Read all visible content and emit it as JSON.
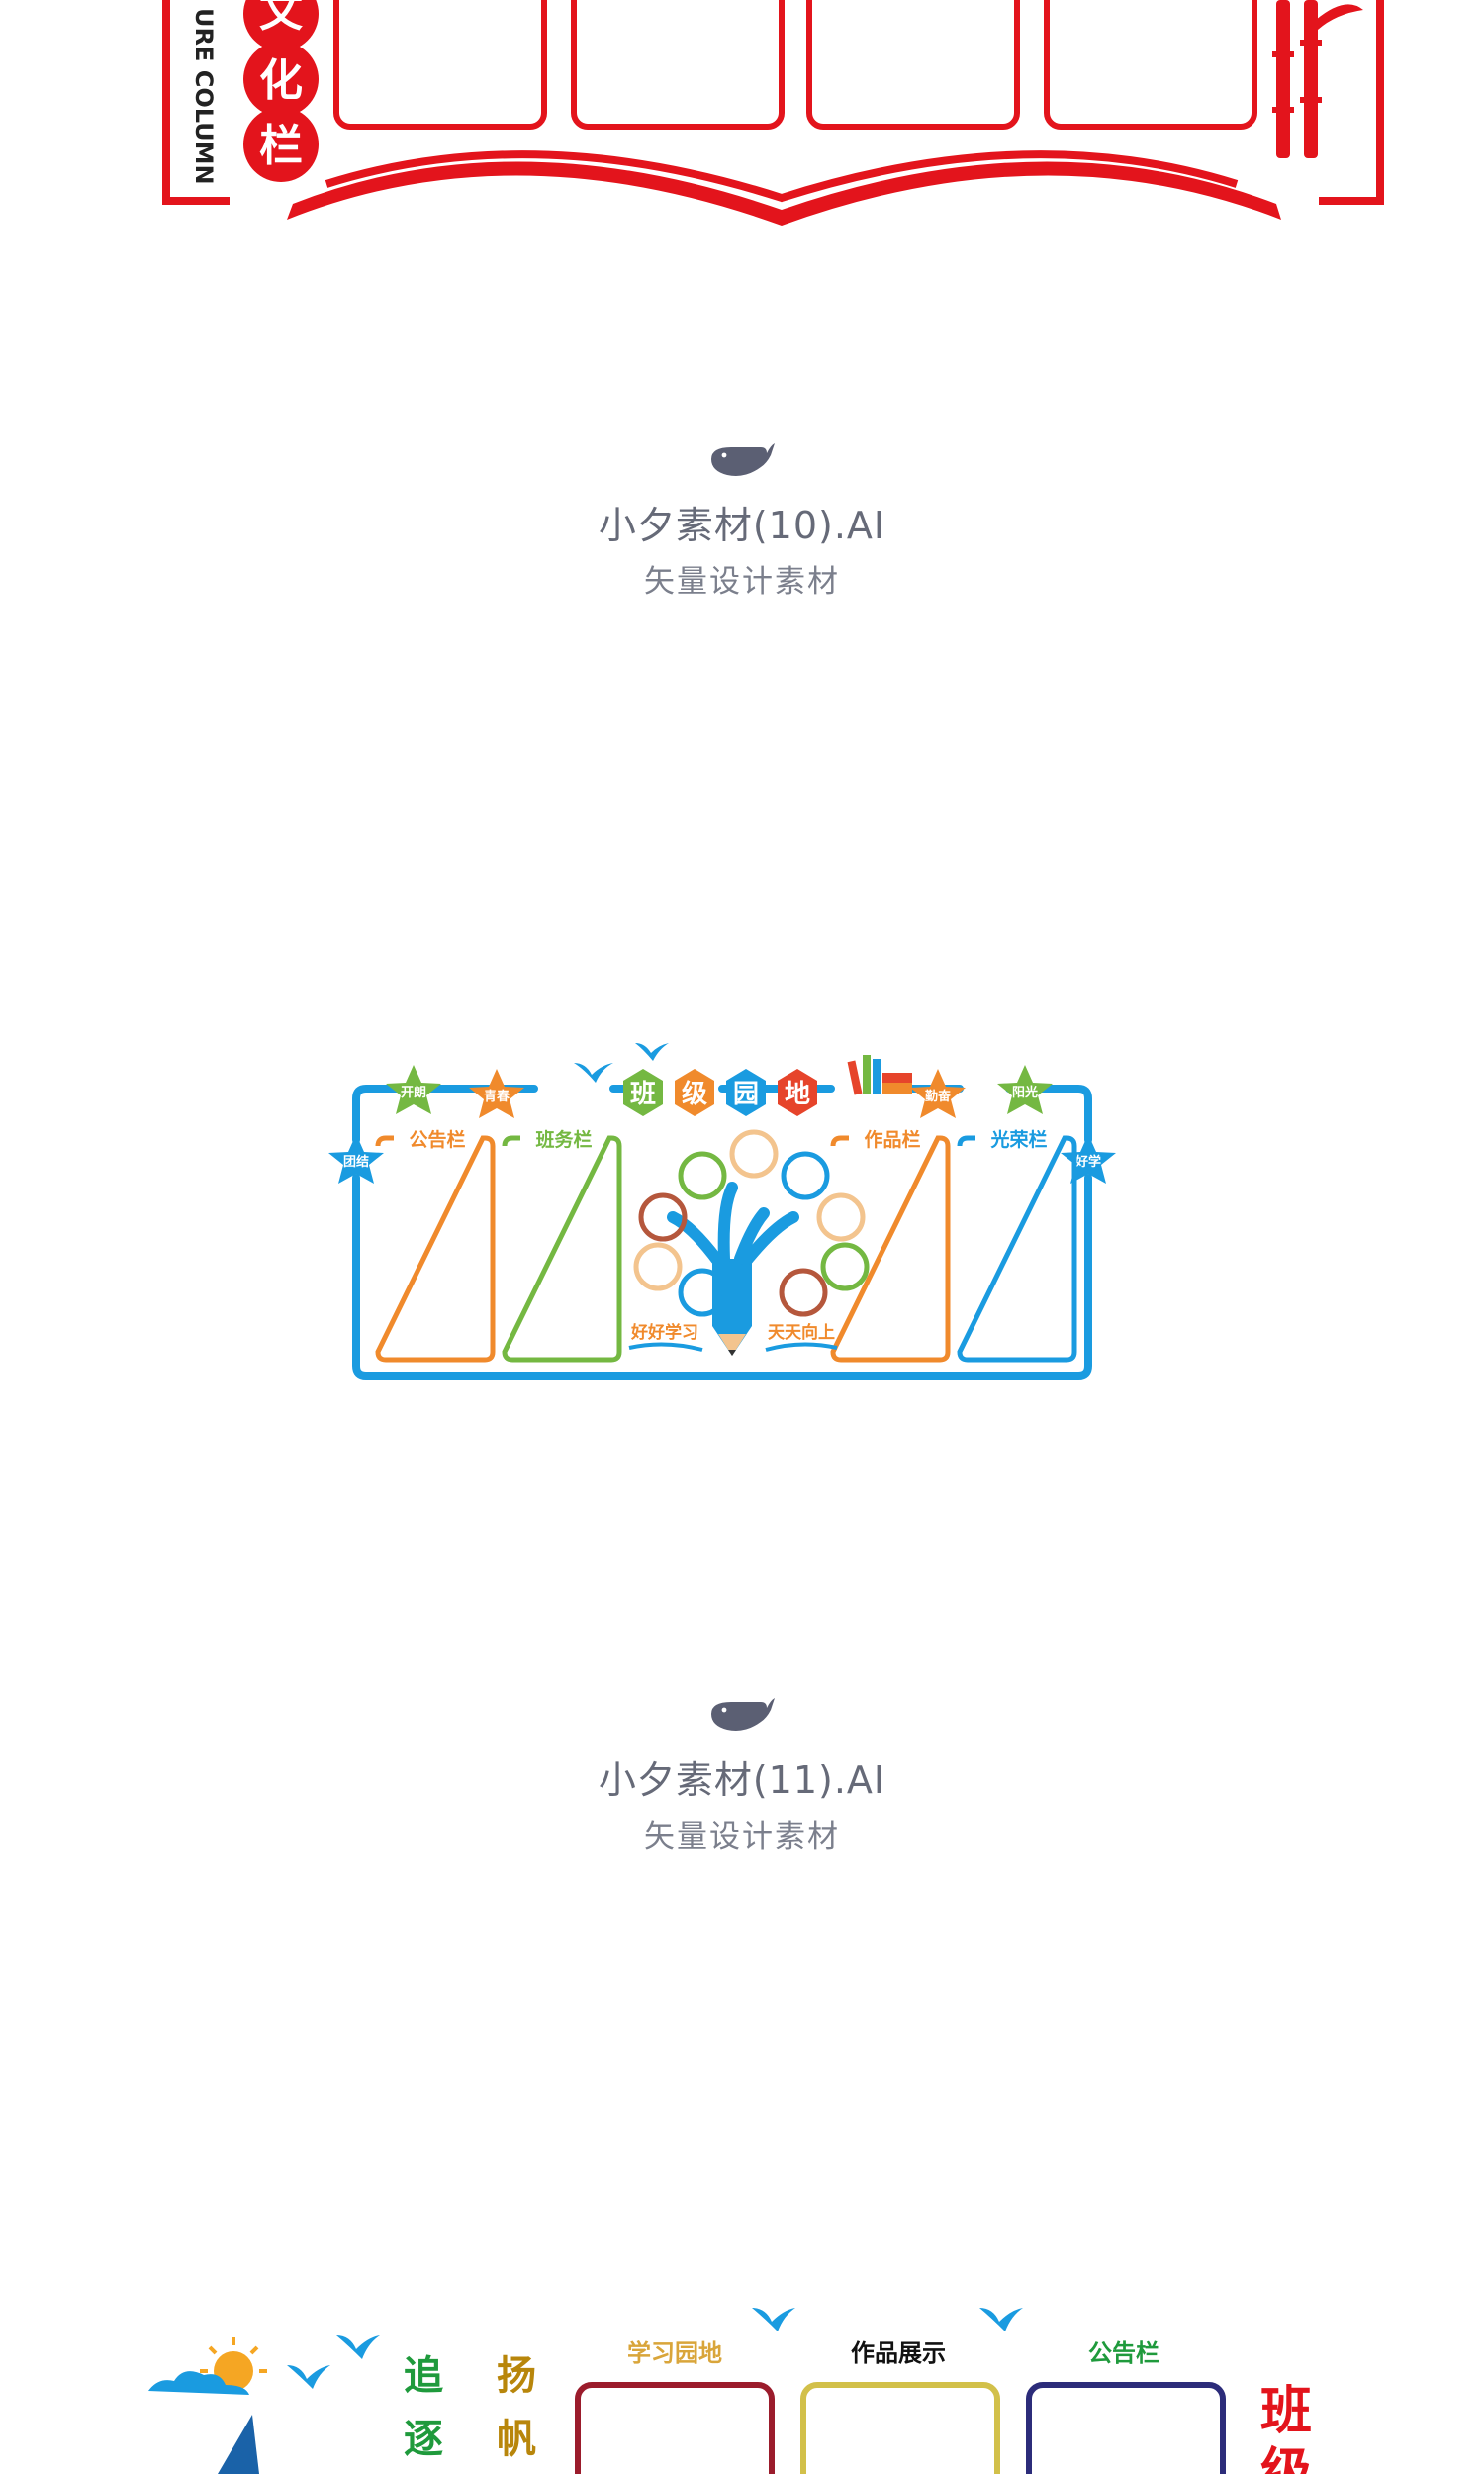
{
  "design1": {
    "side_title": "文化栏",
    "side_en": "CULTURE COLUMN",
    "side_en_visible": "URE COLUMN",
    "accent": "#e3141c"
  },
  "items": [
    {
      "title": "小夕素材(10).AI",
      "subtitle": "矢量设计素材"
    },
    {
      "title": "小夕素材(11).AI",
      "subtitle": "矢量设计素材"
    }
  ],
  "design2": {
    "title_chars": [
      "班",
      "级",
      "园",
      "地"
    ],
    "stars": [
      "开朗",
      "青春",
      "勤奋",
      "阳光",
      "团结",
      "好学"
    ],
    "panels": [
      "公告栏",
      "班务栏",
      "作品栏",
      "光荣栏"
    ],
    "slogans": [
      "好好学习",
      "天天向上"
    ],
    "colors": {
      "blue": "#1a9be0",
      "orange": "#f08a2c",
      "green": "#74b842",
      "red": "#e6442b"
    }
  },
  "design3": {
    "headers": [
      "学习园地",
      "作品展示",
      "公告栏"
    ],
    "verse_left": [
      "追",
      "逐"
    ],
    "verse_right": [
      "扬",
      "帆"
    ],
    "side_title": [
      "班",
      "级"
    ]
  }
}
